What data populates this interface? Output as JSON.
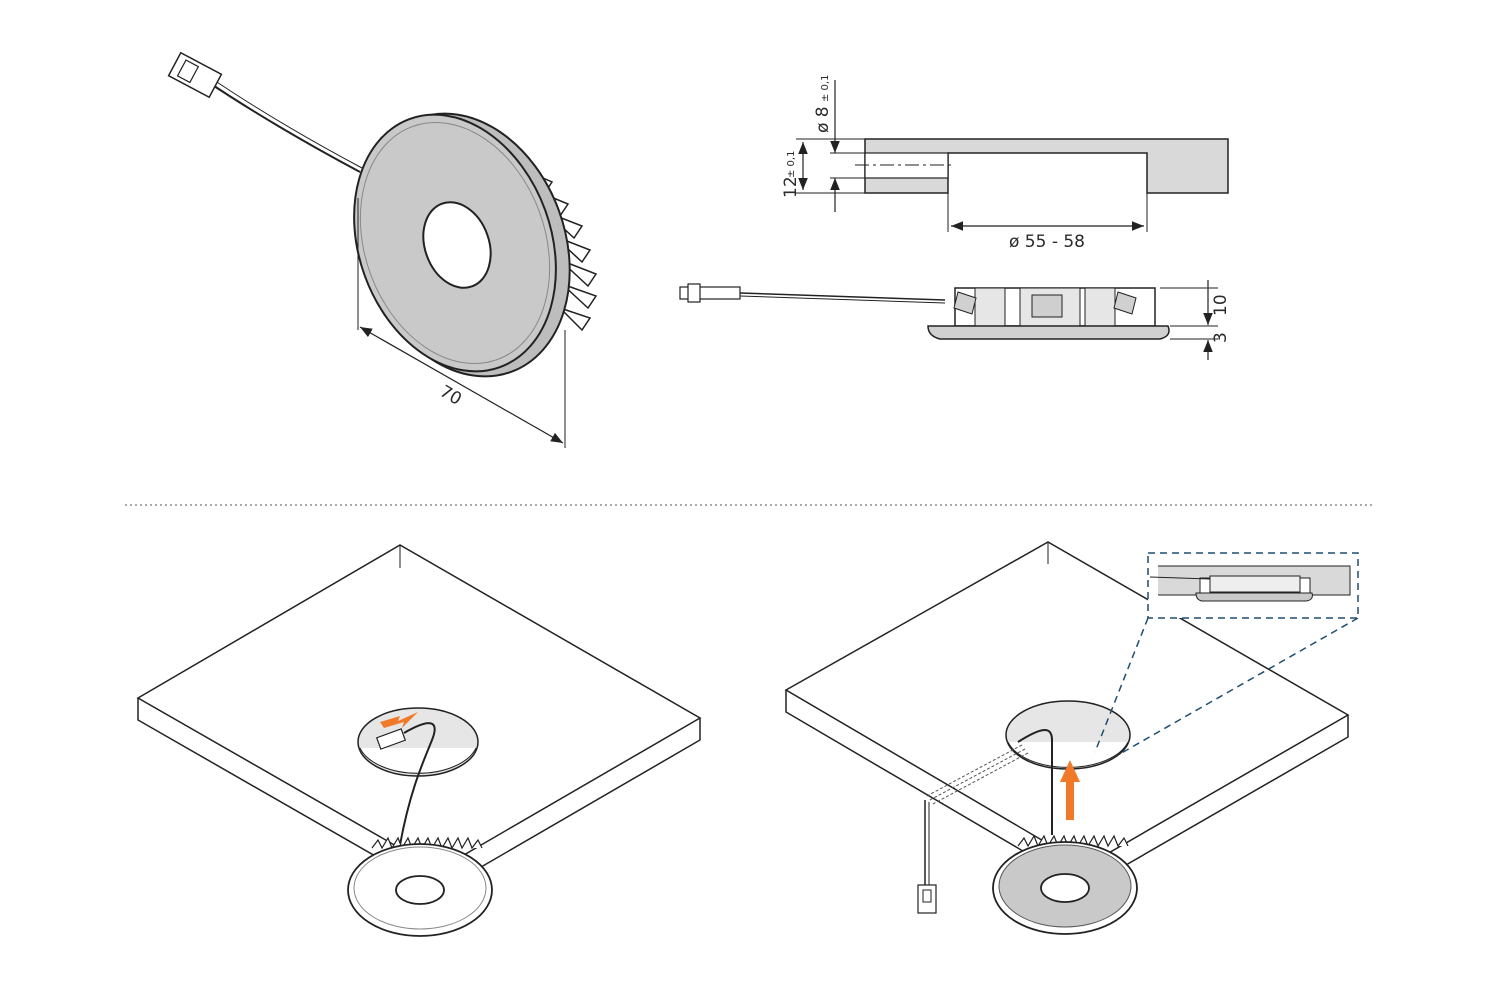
{
  "dimensions": {
    "diameter_outer": "70",
    "hole_diameter_symbol": "ø 8",
    "hole_diameter_tolerance": "± 0,1",
    "hole_depth": "12",
    "hole_depth_tolerance": "± 0,1",
    "cutout_diameter": "ø 55 - 58",
    "flange_height": "3",
    "total_height": "10"
  },
  "colors": {
    "line": "#222222",
    "surface_grey": "#d9d9d9",
    "face_grey": "#c9c9c9",
    "arrow_orange": "#f07a2a",
    "callout_blue": "#1f4e6e"
  },
  "icons": {
    "insert_arrow": "arrow-up-icon",
    "connect_arrow": "arrow-left-icon"
  }
}
